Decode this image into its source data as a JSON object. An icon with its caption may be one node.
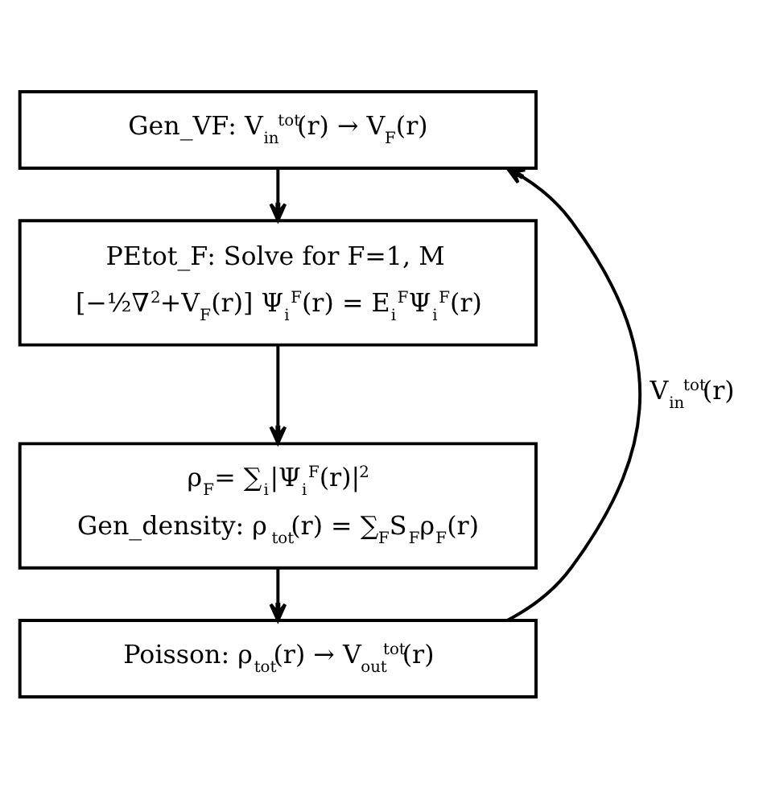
{
  "diagram": {
    "nodes": [
      {
        "text": [
          "Gen_VF: V$_{in}$$^{tot}$(r) → V$_{F}$(r)"
        ]
      },
      {
        "text": [
          "PEtot_F: Solve for F=1, M",
          "[−½∇$^{2}$+V$_{F}$(r)] Ψ$_{i}$$^{F}$(r) = E$_{i}$$^{F}$Ψ$_{i}$$^{F}$(r)"
        ]
      },
      {
        "text": [
          "ρ$_{F}$= ∑$_{i}$|Ψ$_{i}$$^{F}$(r)|$^{2}$",
          "Gen_density: ρ$_{tot}$(r) = ∑$_{F}$S$_{F}$ρ$_{F}$(r)"
        ]
      },
      {
        "text": [
          "Poisson: ρ$_{tot}$(r) → V$_{out}$$^{tot}$(r)"
        ]
      }
    ],
    "edges": [
      {
        "from": 0,
        "to": 1,
        "arrow": "to"
      },
      {
        "from": 1,
        "to": 2,
        "arrow": "to"
      },
      {
        "from": 2,
        "to": 3,
        "arrow": "to"
      },
      {
        "from": 3,
        "to": 0,
        "arrow": "to",
        "label": "V$_{in}$$^{tot}$(r)"
      }
    ]
  }
}
